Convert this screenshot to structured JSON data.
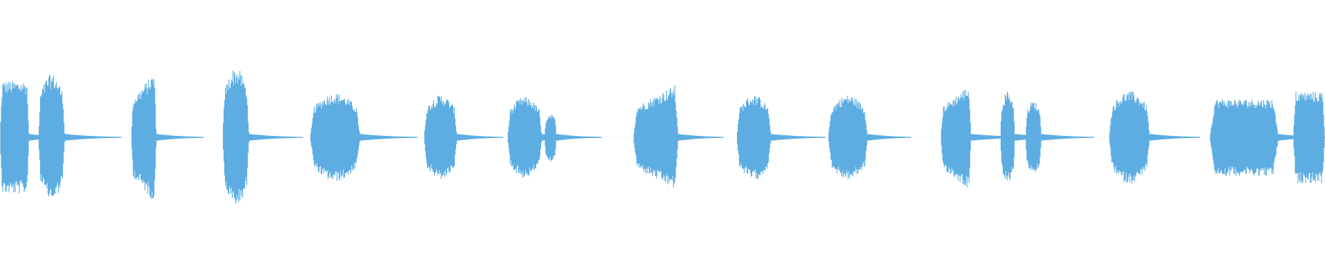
{
  "waveform": {
    "color": "#5DADE2",
    "background": "#FFFFFF",
    "bursts": [
      {
        "start": 0.0,
        "end": 0.022,
        "amp": 0.62,
        "shape": "flat"
      },
      {
        "start": 0.029,
        "end": 0.049,
        "amp": 0.66,
        "shape": "dome"
      },
      {
        "start": 0.099,
        "end": 0.118,
        "amp": 0.7,
        "shape": "rise"
      },
      {
        "start": 0.168,
        "end": 0.188,
        "amp": 0.72,
        "shape": "dome"
      },
      {
        "start": 0.234,
        "end": 0.272,
        "amp": 0.46,
        "shape": "dome"
      },
      {
        "start": 0.32,
        "end": 0.345,
        "amp": 0.44,
        "shape": "dome"
      },
      {
        "start": 0.383,
        "end": 0.409,
        "amp": 0.42,
        "shape": "dome"
      },
      {
        "start": 0.411,
        "end": 0.42,
        "amp": 0.25,
        "shape": "dome"
      },
      {
        "start": 0.478,
        "end": 0.512,
        "amp": 0.56,
        "shape": "rise"
      },
      {
        "start": 0.556,
        "end": 0.582,
        "amp": 0.44,
        "shape": "dome"
      },
      {
        "start": 0.625,
        "end": 0.655,
        "amp": 0.44,
        "shape": "dome"
      },
      {
        "start": 0.71,
        "end": 0.733,
        "amp": 0.56,
        "shape": "rise"
      },
      {
        "start": 0.755,
        "end": 0.766,
        "amp": 0.48,
        "shape": "dome"
      },
      {
        "start": 0.774,
        "end": 0.786,
        "amp": 0.38,
        "shape": "dome"
      },
      {
        "start": 0.837,
        "end": 0.868,
        "amp": 0.48,
        "shape": "dome"
      },
      {
        "start": 0.913,
        "end": 0.965,
        "amp": 0.42,
        "shape": "flat"
      },
      {
        "start": 0.976,
        "end": 1.0,
        "amp": 0.5,
        "shape": "flat"
      }
    ]
  }
}
